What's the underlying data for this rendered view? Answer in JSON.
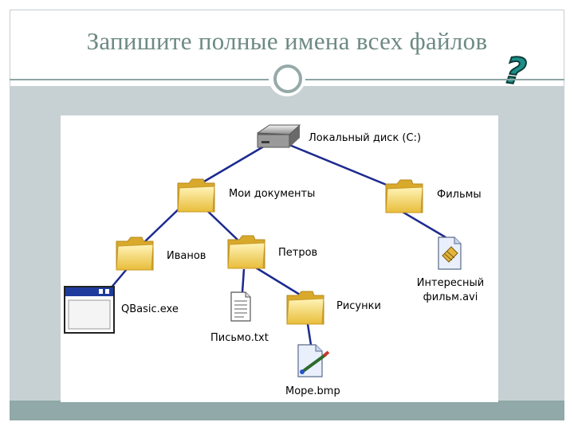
{
  "slide": {
    "title": "Запишите полные имена всех файлов",
    "question_mark": "?"
  },
  "colors": {
    "accent": "#6d8a84",
    "panel": "#c7d1d4",
    "band": "#91a9a8",
    "edge": "#1c2a8f",
    "folder": "#f7d96b"
  },
  "tree": {
    "root": "Локальный диск (C:)",
    "my_docs": "Мои документы",
    "movies": "Фильмы",
    "ivanov": "Иванов",
    "petrov": "Петров",
    "qbasic": "QBasic.exe",
    "letter": "Письмо.txt",
    "pictures": "Рисунки",
    "sea": "Море.bmp",
    "avi_line1": "Интересный",
    "avi_line2": "фильм.avi"
  },
  "icons": {
    "root": "hard-drive-icon",
    "folder": "folder-icon",
    "exe": "application-window-icon",
    "txt": "text-file-icon",
    "bmp": "image-file-icon",
    "avi": "video-file-icon"
  }
}
